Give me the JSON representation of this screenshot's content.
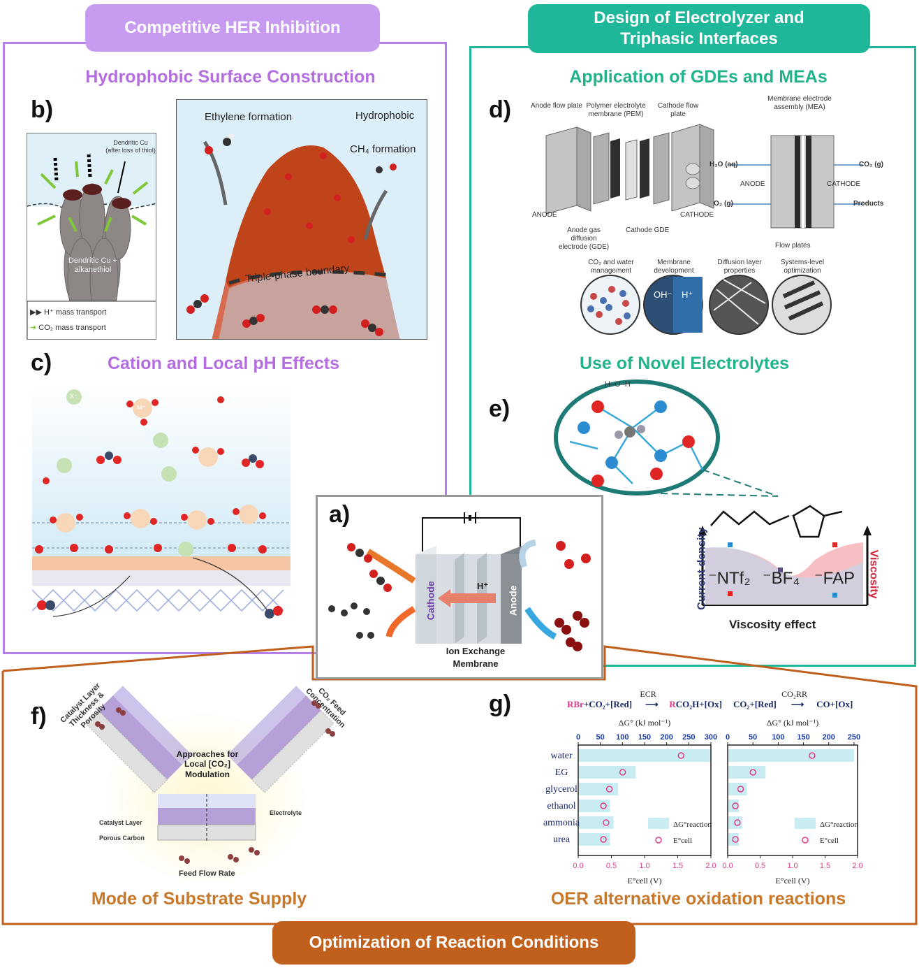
{
  "banners": {
    "her": "Competitive HER Inhibition",
    "electrolyzer": "Design of Electrolyzer and Triphasic Interfaces",
    "conditions": "Optimization of Reaction Conditions"
  },
  "panel_b": {
    "letter": "b)",
    "title": "Hydrophobic Surface Construction",
    "left": {
      "dendritic_label": "Dendritic Cu (after loss of thiol)",
      "body_label": "Dendritic Cu + alkanethiol",
      "legend_h": "H⁺ mass transport",
      "legend_co2": "CO₂ mass transport"
    },
    "right": {
      "ethylene": "Ethylene formation",
      "hydrophobic": "Hydrophobic",
      "ch4": "CH₄ formation",
      "boundary": "Triple-phase boundary"
    }
  },
  "panel_c": {
    "letter": "c)",
    "title": "Cation and Local pH Effects",
    "cation": "M⁺",
    "anion": "X⁻"
  },
  "panel_a": {
    "letter": "a)",
    "cathode": "Cathode",
    "anode": "Anode",
    "proton": "H⁺",
    "membrane": "Ion Exchange Membrane"
  },
  "panel_d": {
    "letter": "d)",
    "title": "Application of GDEs and MEAs",
    "labels": {
      "anode_flow": "Anode flow plate",
      "pem": "Polymer electrolyte membrane (PEM)",
      "cathode_flow": "Cathode flow plate",
      "anode": "ANODE",
      "cathode": "CATHODE",
      "anode_gde": "Anode gas diffusion electrode (GDE)",
      "cathode_gde": "Cathode GDE",
      "mea": "Membrane electrode assembly (MEA)",
      "h2o": "H₂O (aq)",
      "co2": "CO₂ (g)",
      "o2": "O₂ (g)",
      "products": "Products",
      "anode2": "ANODE",
      "cathode2": "CATHODE",
      "flow_plates": "Flow plates"
    },
    "circles": [
      "CO₂ and water management",
      "Membrane development",
      "Diffusion layer properties",
      "Systems-level optimization"
    ],
    "oh": "OH⁻",
    "h": "H⁺"
  },
  "panel_e": {
    "letter": "e)",
    "title": "Use of Novel Electrolytes",
    "ylabel_left": "Current density",
    "ylabel_right": "Viscosity",
    "xlabel": "Viscosity effect",
    "anions": [
      "⁻NTf₂",
      "⁻BF₄",
      "⁻FAP"
    ],
    "water": "H–O–H"
  },
  "panel_f": {
    "letter": "f)",
    "title": "Mode of Substrate Supply",
    "center": "Approaches for Local [CO₂] Modulation",
    "thickness": "Catalyst Layer Thickness & Porosity",
    "feed_conc": "CO₂ Feed Concentration",
    "catalyst_layer": "Catalyst Layer",
    "porous_carbon": "Porous Carbon",
    "electrolyte": "Electrolyte",
    "feed_flow": "Feed Flow Rate"
  },
  "panel_g": {
    "letter": "g)",
    "title": "OER alternative oxidation reactions",
    "eq_left": {
      "rbr": "RBr",
      "rest": "+CO₂+[Red]",
      "arrow": "ECR",
      "r": "R",
      "tail": "CO₂H+[Ox]"
    },
    "eq_right": {
      "lead": "CO₂+[Red]",
      "arrow": "CO₂RR",
      "tail": "CO+[Ox]"
    },
    "legend_bar": "ΔG°reaction",
    "legend_dot": "E°cell"
  },
  "chart_data": [
    {
      "type": "bar",
      "orientation": "horizontal",
      "categories": [
        "water",
        "EG",
        "glycerol",
        "ethanol",
        "ammonia",
        "urea"
      ],
      "top_axis_label": "ΔG° (kJ mol⁻¹)",
      "bottom_axis_label": "E°cell (V)",
      "top_ticks": [
        0,
        50,
        100,
        150,
        200,
        250,
        300
      ],
      "bottom_ticks": [
        0.0,
        0.5,
        1.0,
        1.5,
        2.0
      ],
      "xlim_top": [
        0,
        300
      ],
      "xlim_bottom": [
        0,
        2.0
      ],
      "series": [
        {
          "name": "ΔG°reaction",
          "values": [
            298,
            130,
            90,
            72,
            80,
            72
          ]
        },
        {
          "name": "E°cell",
          "values": [
            1.55,
            0.67,
            0.47,
            0.38,
            0.42,
            0.38
          ]
        }
      ]
    },
    {
      "type": "bar",
      "orientation": "horizontal",
      "categories": [
        "water",
        "EG",
        "glycerol",
        "ethanol",
        "ammonia",
        "urea"
      ],
      "top_axis_label": "ΔG° (kJ mol⁻¹)",
      "bottom_axis_label": "E°cell (V)",
      "top_ticks": [
        0,
        50,
        100,
        150,
        200,
        250
      ],
      "bottom_ticks": [
        0.0,
        0.5,
        1.0,
        1.5,
        2.0
      ],
      "xlim_top": [
        0,
        257
      ],
      "xlim_bottom": [
        0,
        2.0
      ],
      "series": [
        {
          "name": "ΔG°reaction",
          "values": [
            250,
            75,
            38,
            22,
            28,
            22
          ]
        },
        {
          "name": "E°cell",
          "values": [
            1.3,
            0.39,
            0.2,
            0.12,
            0.15,
            0.12
          ]
        }
      ]
    }
  ],
  "colors": {
    "purple": "#b57ee8",
    "purple_text": "#b46ee0",
    "teal": "#1fb79a",
    "teal_text": "#22b38c",
    "brown": "#c0601c",
    "brown_text": "#c8782a"
  }
}
